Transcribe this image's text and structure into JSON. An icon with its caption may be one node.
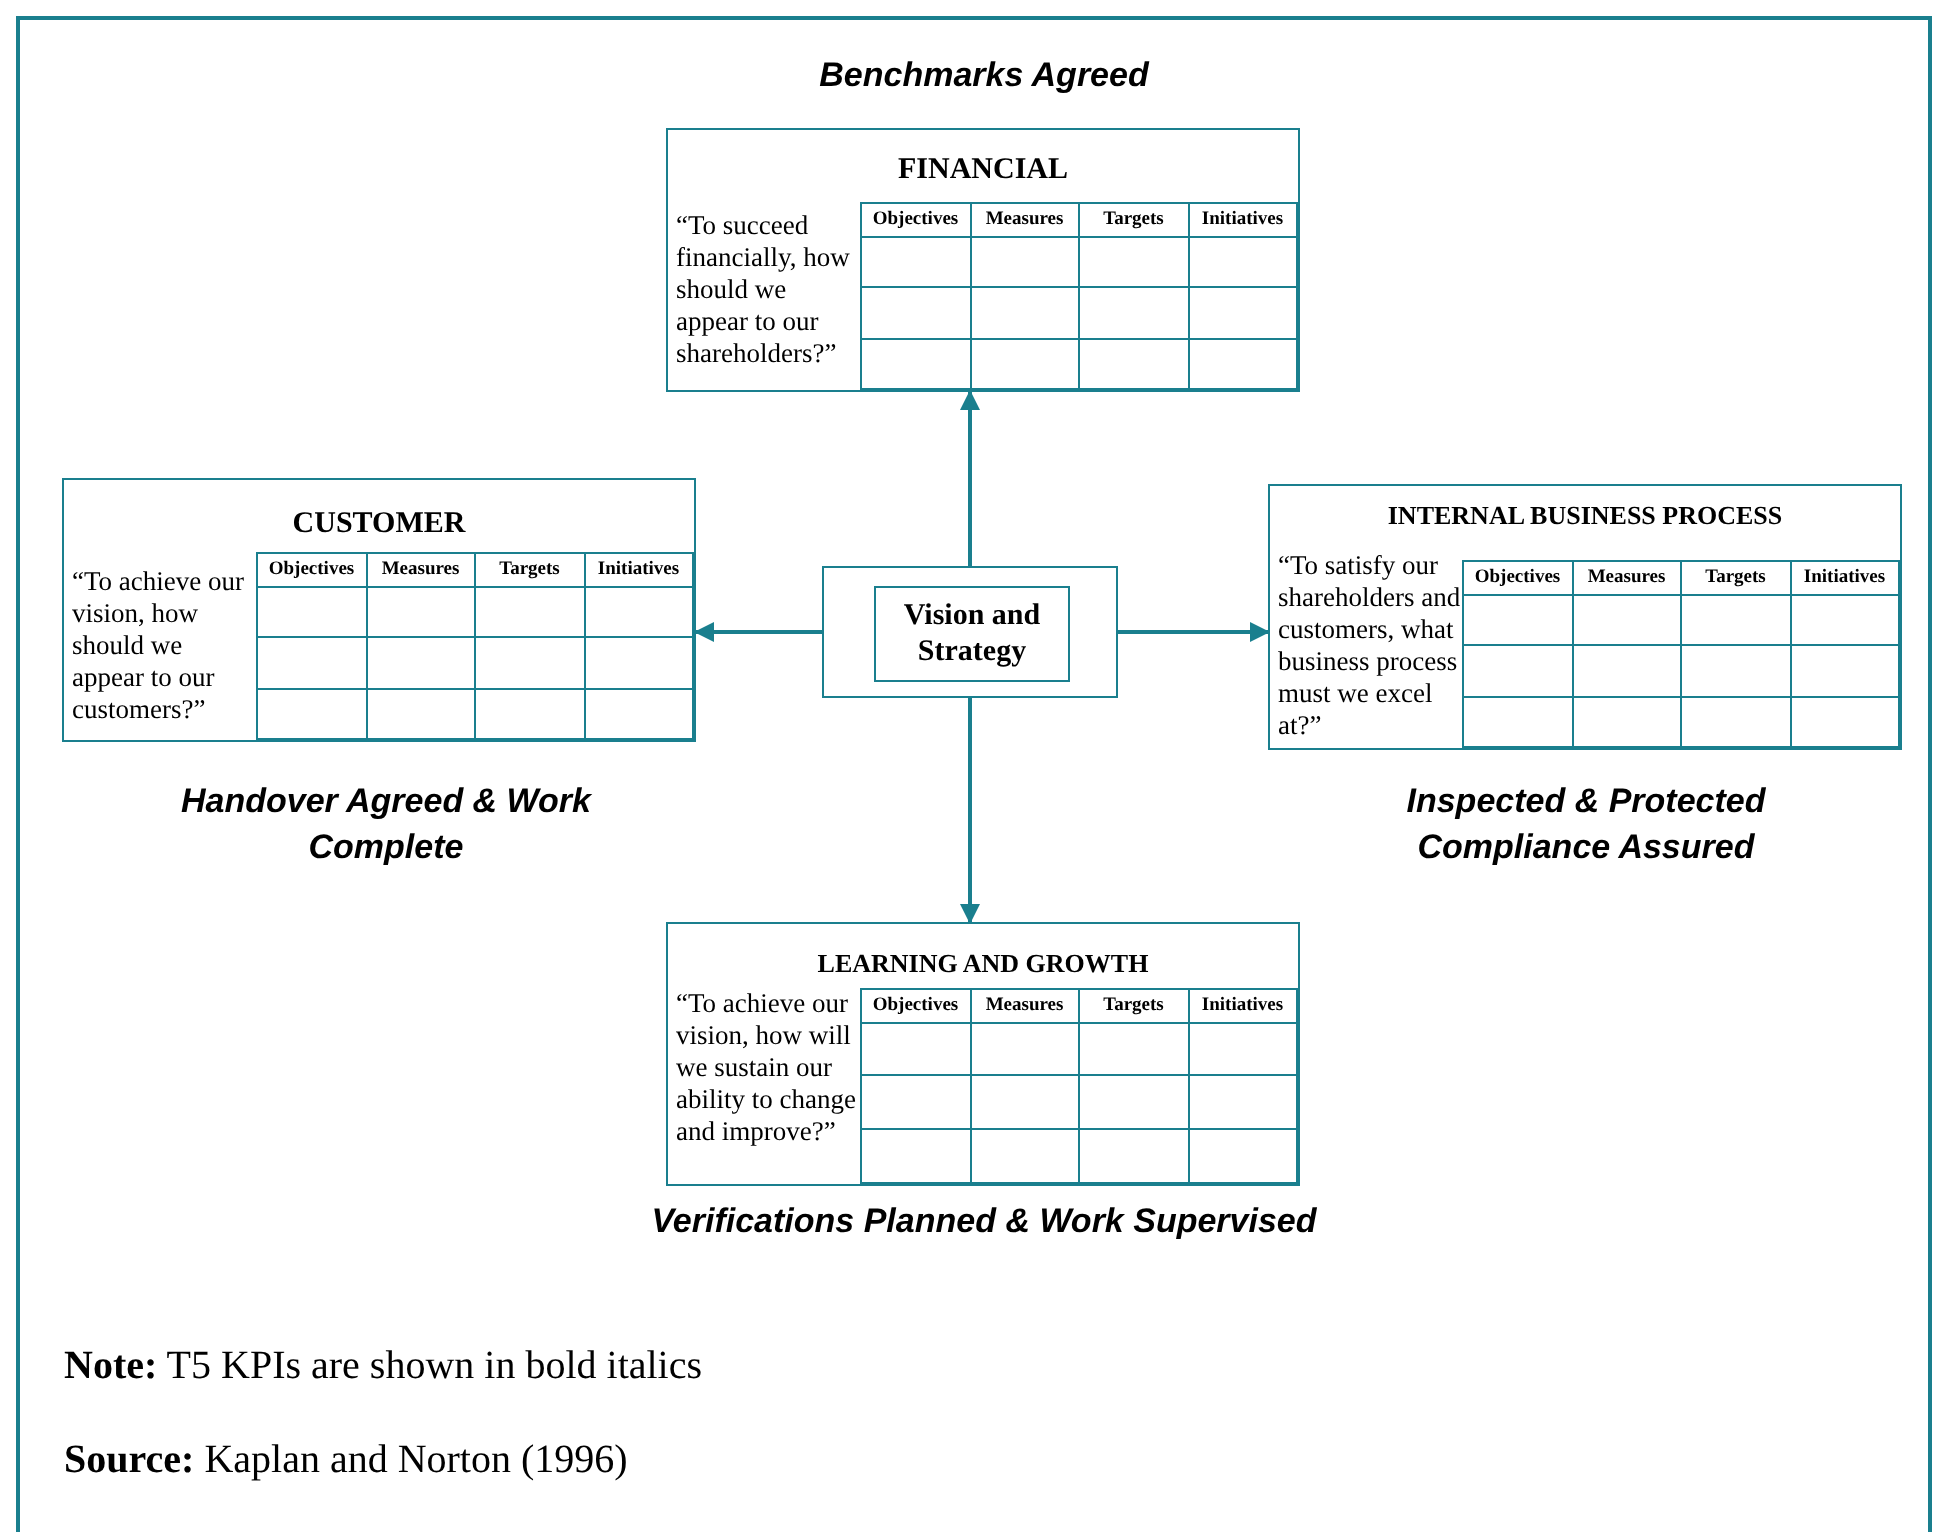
{
  "diagram": {
    "nodes": [
      {
        "text": [
          "FINANCIAL",
          "“To succeed financially, how should we appear to our shareholders?”",
          "Objectives",
          "Measures",
          "Targets",
          "Initiatives"
        ],
        "beside": [
          "Benchmarks Agreed"
        ]
      },
      {
        "text": [
          "CUSTOMER",
          "“To achieve our vision, how should we appear to our customers?”",
          "Objectives",
          "Measures",
          "Targets",
          "Initiatives"
        ],
        "beside": [
          "Handover Agreed & Work Complete"
        ]
      },
      {
        "text": [
          "Vision and Strategy"
        ]
      },
      {
        "text": [
          "INTERNAL BUSINESS PROCESS",
          "“To satisfy our shareholders and customers, what business process must we excel at?”",
          "Objectives",
          "Measures",
          "Targets",
          "Initiatives"
        ],
        "beside": [
          "Inspected & Protected Compliance Assured"
        ]
      },
      {
        "text": [
          "LEARNING AND GROWTH",
          "“To achieve our vision, how will we sustain our ability to change and improve?”",
          "Objectives",
          "Measures",
          "Targets",
          "Initiatives"
        ],
        "beside": [
          "Verifications Planned & Work Supervised"
        ]
      }
    ],
    "edges": [
      {
        "from": 2,
        "to": 0,
        "arrow": "to"
      },
      {
        "from": 2,
        "to": 1,
        "arrow": "to"
      },
      {
        "from": 2,
        "to": 3,
        "arrow": "to"
      },
      {
        "from": 2,
        "to": 4,
        "arrow": "to"
      }
    ],
    "labels": [
      "**Note:** T5 KPIs are shown in bold italics",
      "**Source:** Kaplan and Norton (1996)"
    ]
  }
}
